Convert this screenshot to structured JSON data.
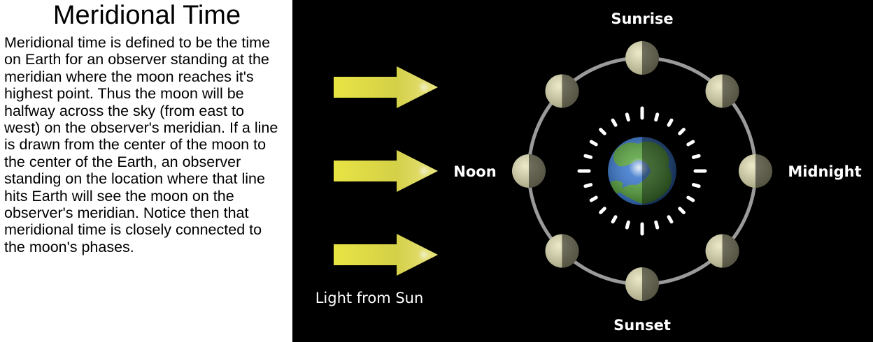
{
  "title": "Meridional Time",
  "description": "Meridional time is defined to be the time on Earth for an observer standing at the meridian where the moon reaches it's highest point. Thus the moon will be halfway across the sky (from east to west) on the observer's meridian. If a line is drawn from the center of the moon to the center of the Earth, an observer standing on the location where that line hits Earth will see the moon on the observer's meridian. Notice then that meridional time is closely connected to the moon's phases.",
  "diagram": {
    "labels": {
      "sunrise": "Sunrise",
      "noon": "Noon",
      "midnight": "Midnight",
      "sunset": "Sunset"
    },
    "light_label": "Light from Sun",
    "colors": {
      "arrow": "#e0dc40",
      "orbit": "#9a9a9a",
      "moon_lit": "#d8d6b0",
      "moon_dark": "#6a6850",
      "earth_ocean": "#2a6cc8",
      "earth_land": "#4a9a30"
    }
  }
}
